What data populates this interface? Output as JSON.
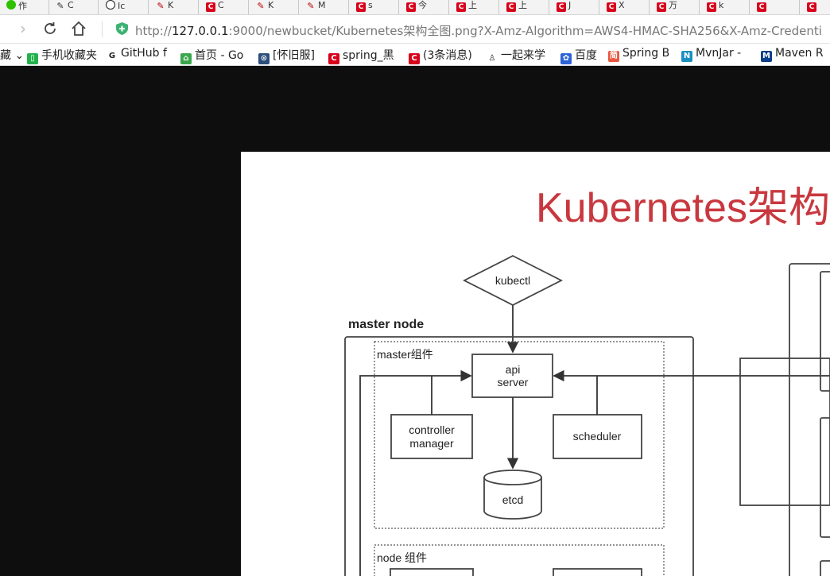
{
  "tabs": [
    {
      "icon": "wechat-icon",
      "label": "作"
    },
    {
      "icon": "ink-icon",
      "label": "C"
    },
    {
      "icon": "github-icon",
      "label": "Ic"
    },
    {
      "icon": "feather-icon",
      "label": "K"
    },
    {
      "icon": "csdn-icon",
      "label": "C"
    },
    {
      "icon": "feather-icon",
      "label": "K"
    },
    {
      "icon": "feather-icon",
      "label": "M"
    },
    {
      "icon": "csdn-icon",
      "label": "s"
    },
    {
      "icon": "csdn-icon",
      "label": "今"
    },
    {
      "icon": "csdn-icon",
      "label": "上"
    },
    {
      "icon": "csdn-icon",
      "label": "上"
    },
    {
      "icon": "csdn-icon",
      "label": "J"
    },
    {
      "icon": "csdn-icon",
      "label": "X"
    },
    {
      "icon": "csdn-icon",
      "label": "万"
    },
    {
      "icon": "csdn-icon",
      "label": "k"
    },
    {
      "icon": "csdn-icon",
      "label": ""
    },
    {
      "icon": "csdn-icon",
      "label": ""
    }
  ],
  "address": {
    "scheme": "http://",
    "host": "127.0.0.1",
    "rest": ":9000/newbucket/Kubernetes架构全图.png?X-Amz-Algorithm=AWS4-HMAC-SHA256&X-Amz-Credenti"
  },
  "bookmarks": [
    {
      "icon": "folder-icon",
      "label": "藏 ⌄"
    },
    {
      "icon": "phone-icon",
      "label": "手机收藏夹"
    },
    {
      "icon": "github-icon",
      "label": "GitHub f"
    },
    {
      "icon": "green-icon",
      "label": "首页 - Go"
    },
    {
      "icon": "round-icon",
      "label": "[怀旧服]"
    },
    {
      "icon": "csdn-icon",
      "label": "spring_黑"
    },
    {
      "icon": "csdn-icon",
      "label": "(3条消息)"
    },
    {
      "icon": "person-icon",
      "label": "一起来学"
    },
    {
      "icon": "baidu-icon",
      "label": "百度"
    },
    {
      "icon": "jian-icon",
      "label": "Spring B"
    },
    {
      "icon": "mvnjar-icon",
      "label": "MvnJar -"
    },
    {
      "icon": "maven-icon",
      "label": "Maven R"
    }
  ],
  "diagram": {
    "title": "Kubernetes架构",
    "kubectl": "kubectl",
    "master_node": "master node",
    "master_group": "master组件",
    "api_line1": "api",
    "api_line2": "server",
    "controller_line1": "controller",
    "controller_line2": "manager",
    "scheduler": "scheduler",
    "etcd": "etcd",
    "node_group": "node 组件"
  },
  "colors": {
    "title_red": "#c9383f",
    "page_bg": "#0e0e0e",
    "csdn_red": "#d9001b"
  }
}
